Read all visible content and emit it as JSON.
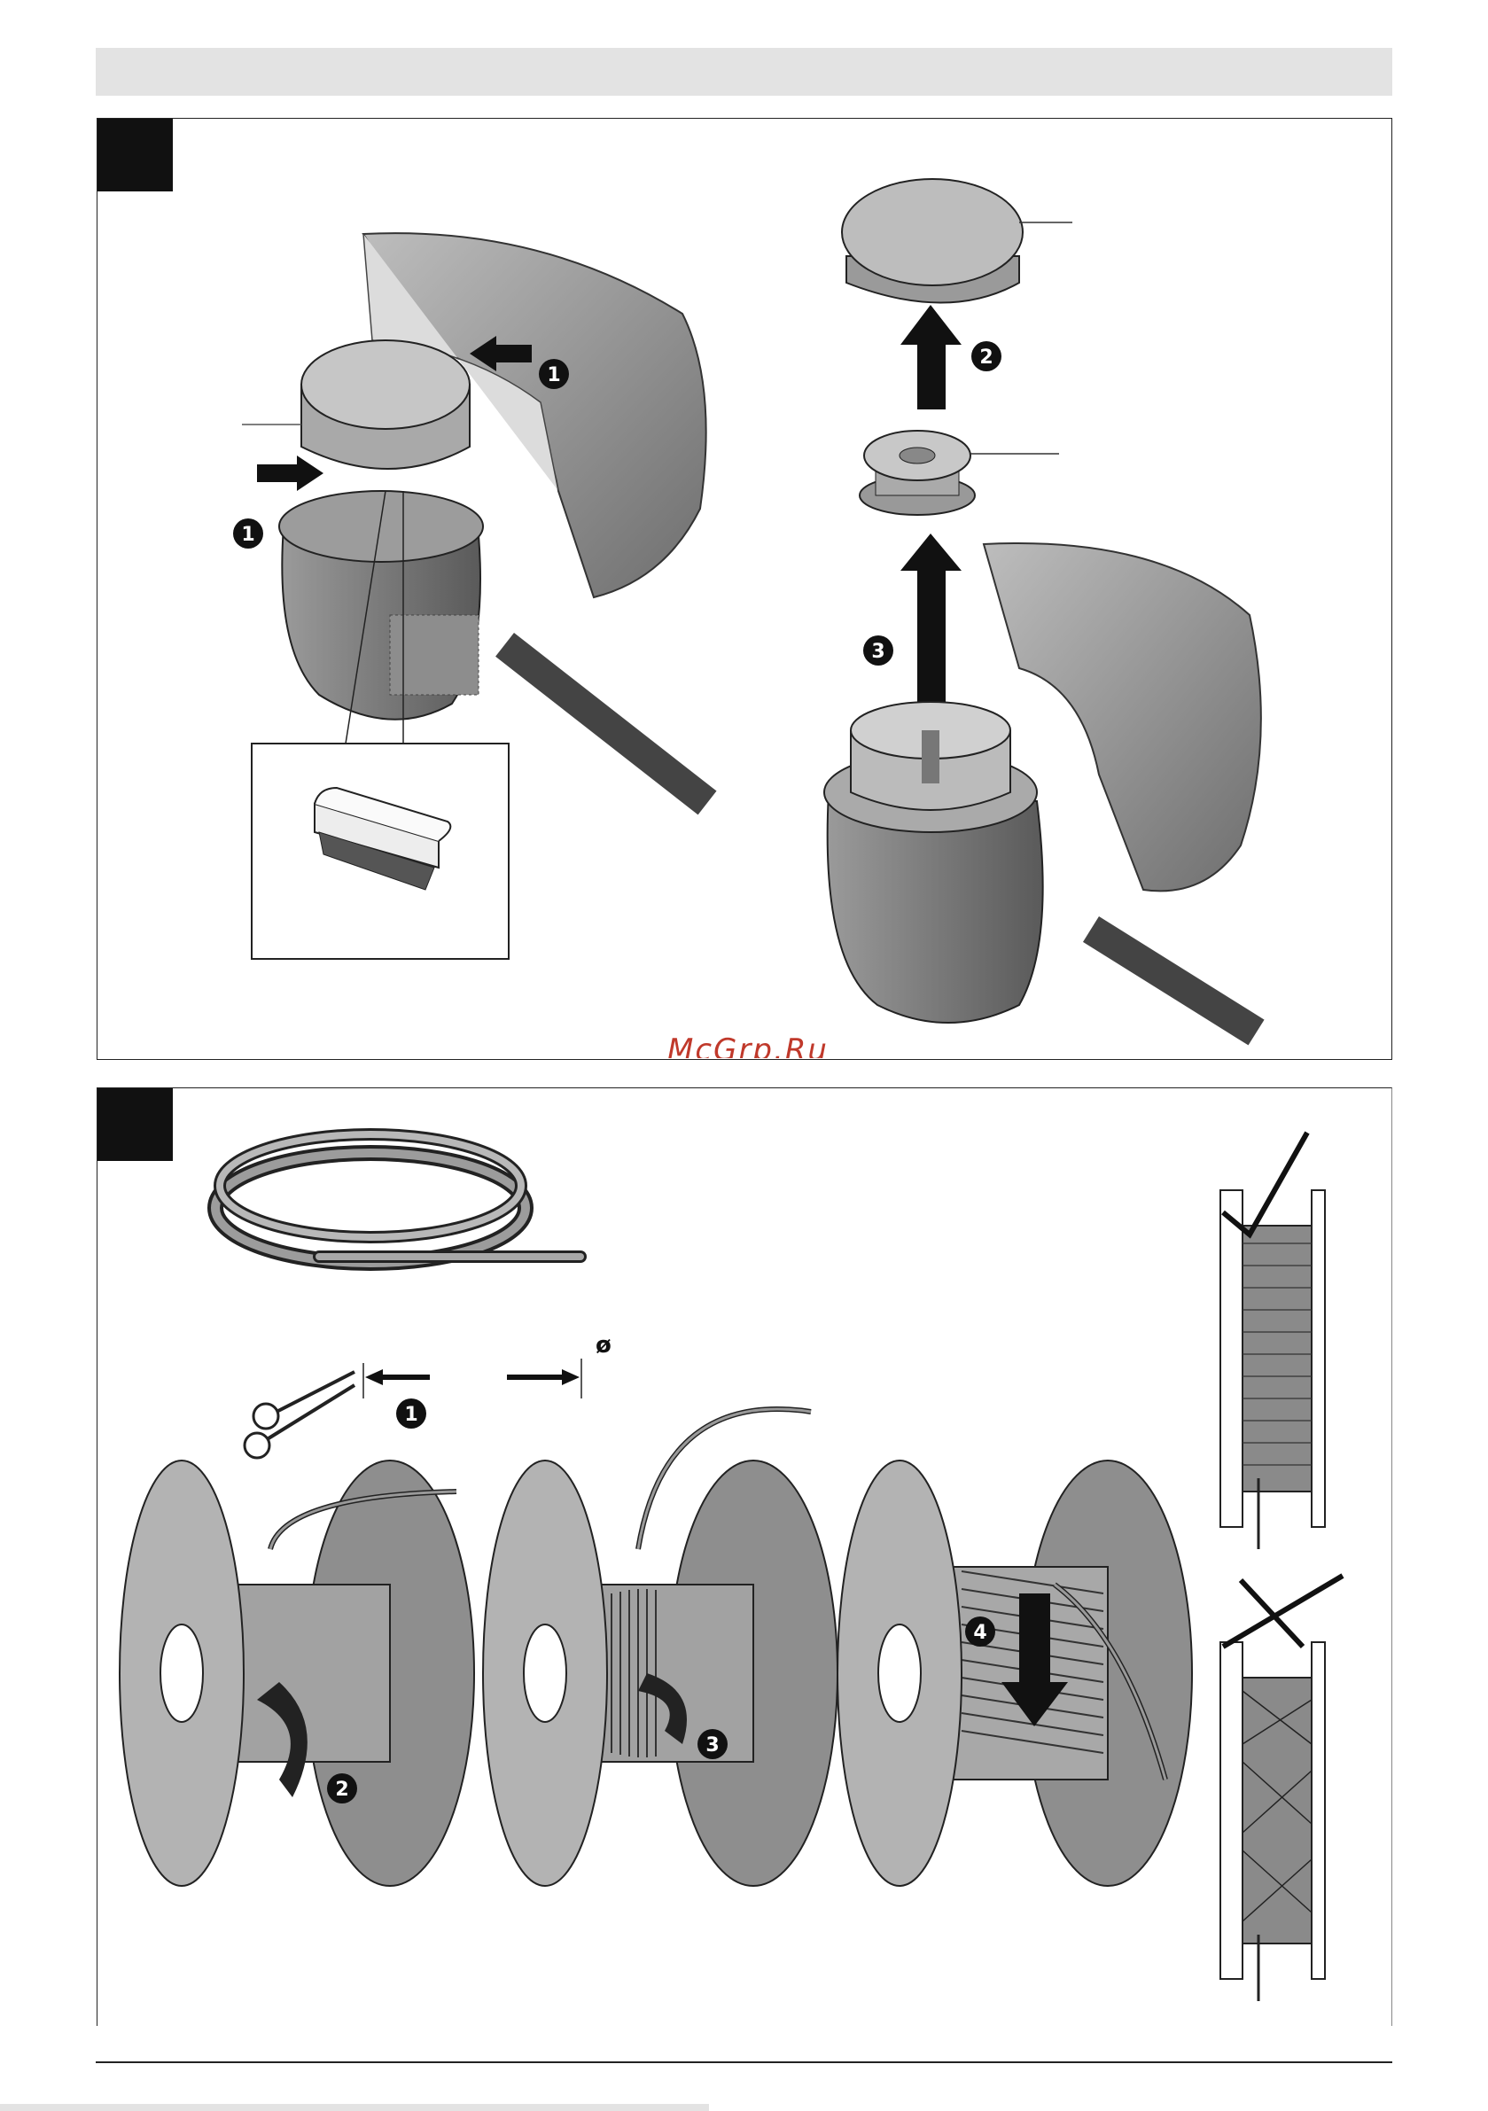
{
  "watermark": "McGrp.Ru",
  "panel_a": {
    "steps": [
      {
        "id": "step-1-left",
        "number": "1"
      },
      {
        "id": "step-1-right",
        "number": "1"
      },
      {
        "id": "step-2",
        "number": "2"
      },
      {
        "id": "step-3",
        "number": "3"
      }
    ]
  },
  "panel_b": {
    "diameter_symbol": "ø",
    "steps": [
      {
        "id": "step-1",
        "number": "1"
      },
      {
        "id": "step-2",
        "number": "2"
      },
      {
        "id": "step-3",
        "number": "3"
      },
      {
        "id": "step-4",
        "number": "4"
      }
    ],
    "checks": {
      "correct": "check-icon",
      "incorrect": "cross-icon"
    }
  },
  "colors": {
    "ink": "#111111",
    "mid_grey": "#8a8a8a",
    "light_grey": "#c8c8c8",
    "header": "#e3e3e3",
    "watermark": "#c0392b"
  }
}
